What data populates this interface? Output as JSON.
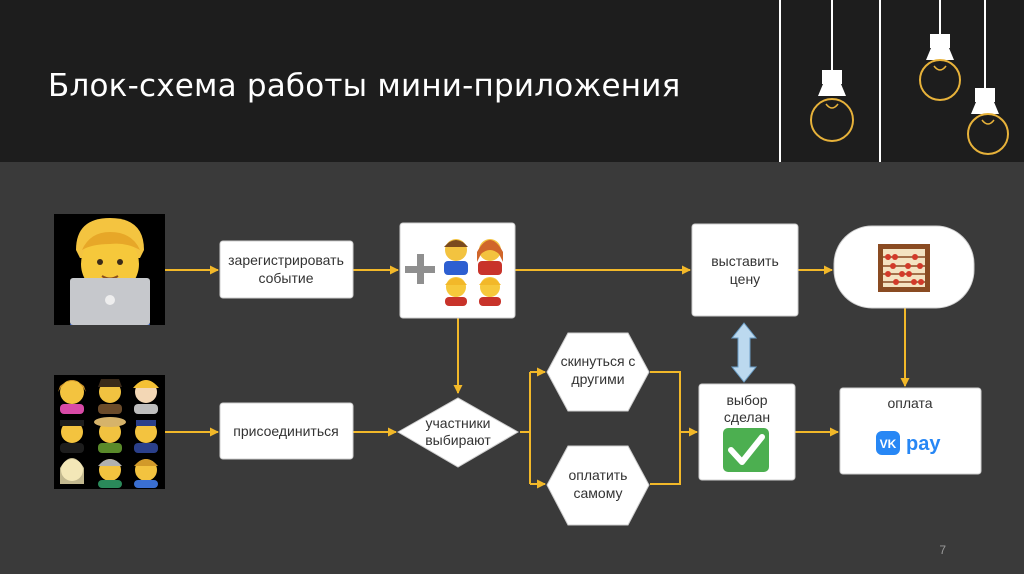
{
  "slide": {
    "title": "Блок-схема работы мини-приложения",
    "page_number": "7"
  },
  "nodes": {
    "register": [
      "зарегистрировать",
      "событие"
    ],
    "join": [
      "присоединиться"
    ],
    "participants": [
      "участники",
      "выбирают"
    ],
    "chip_in": [
      "скинуться с",
      "другими"
    ],
    "pay_self": [
      "оплатить",
      "самому"
    ],
    "set_price": [
      "выставить",
      "цену"
    ],
    "choice_made": [
      "выбор",
      "сделан"
    ],
    "payment": [
      "оплата"
    ],
    "vkpay_logo": "pay"
  },
  "colors": {
    "header_bg": "#1d1d1d",
    "slide_bg": "#3a3a3a",
    "arrow": "#f2b829",
    "node_bg": "#ffffff",
    "bulb": "#e7b23a",
    "vk_blue": "#2787f5",
    "check_green": "#4caf50",
    "double_arrow": "#bcd9ef"
  },
  "icons": {
    "laptop_user": "man-technologist-icon",
    "group": "people-group-icon",
    "add_family": "plus-family-icon",
    "abacus": "abacus-icon",
    "check": "check-mark-icon",
    "vk": "vk-logo-icon",
    "bulbs": "hanging-light-bulbs-icon"
  }
}
